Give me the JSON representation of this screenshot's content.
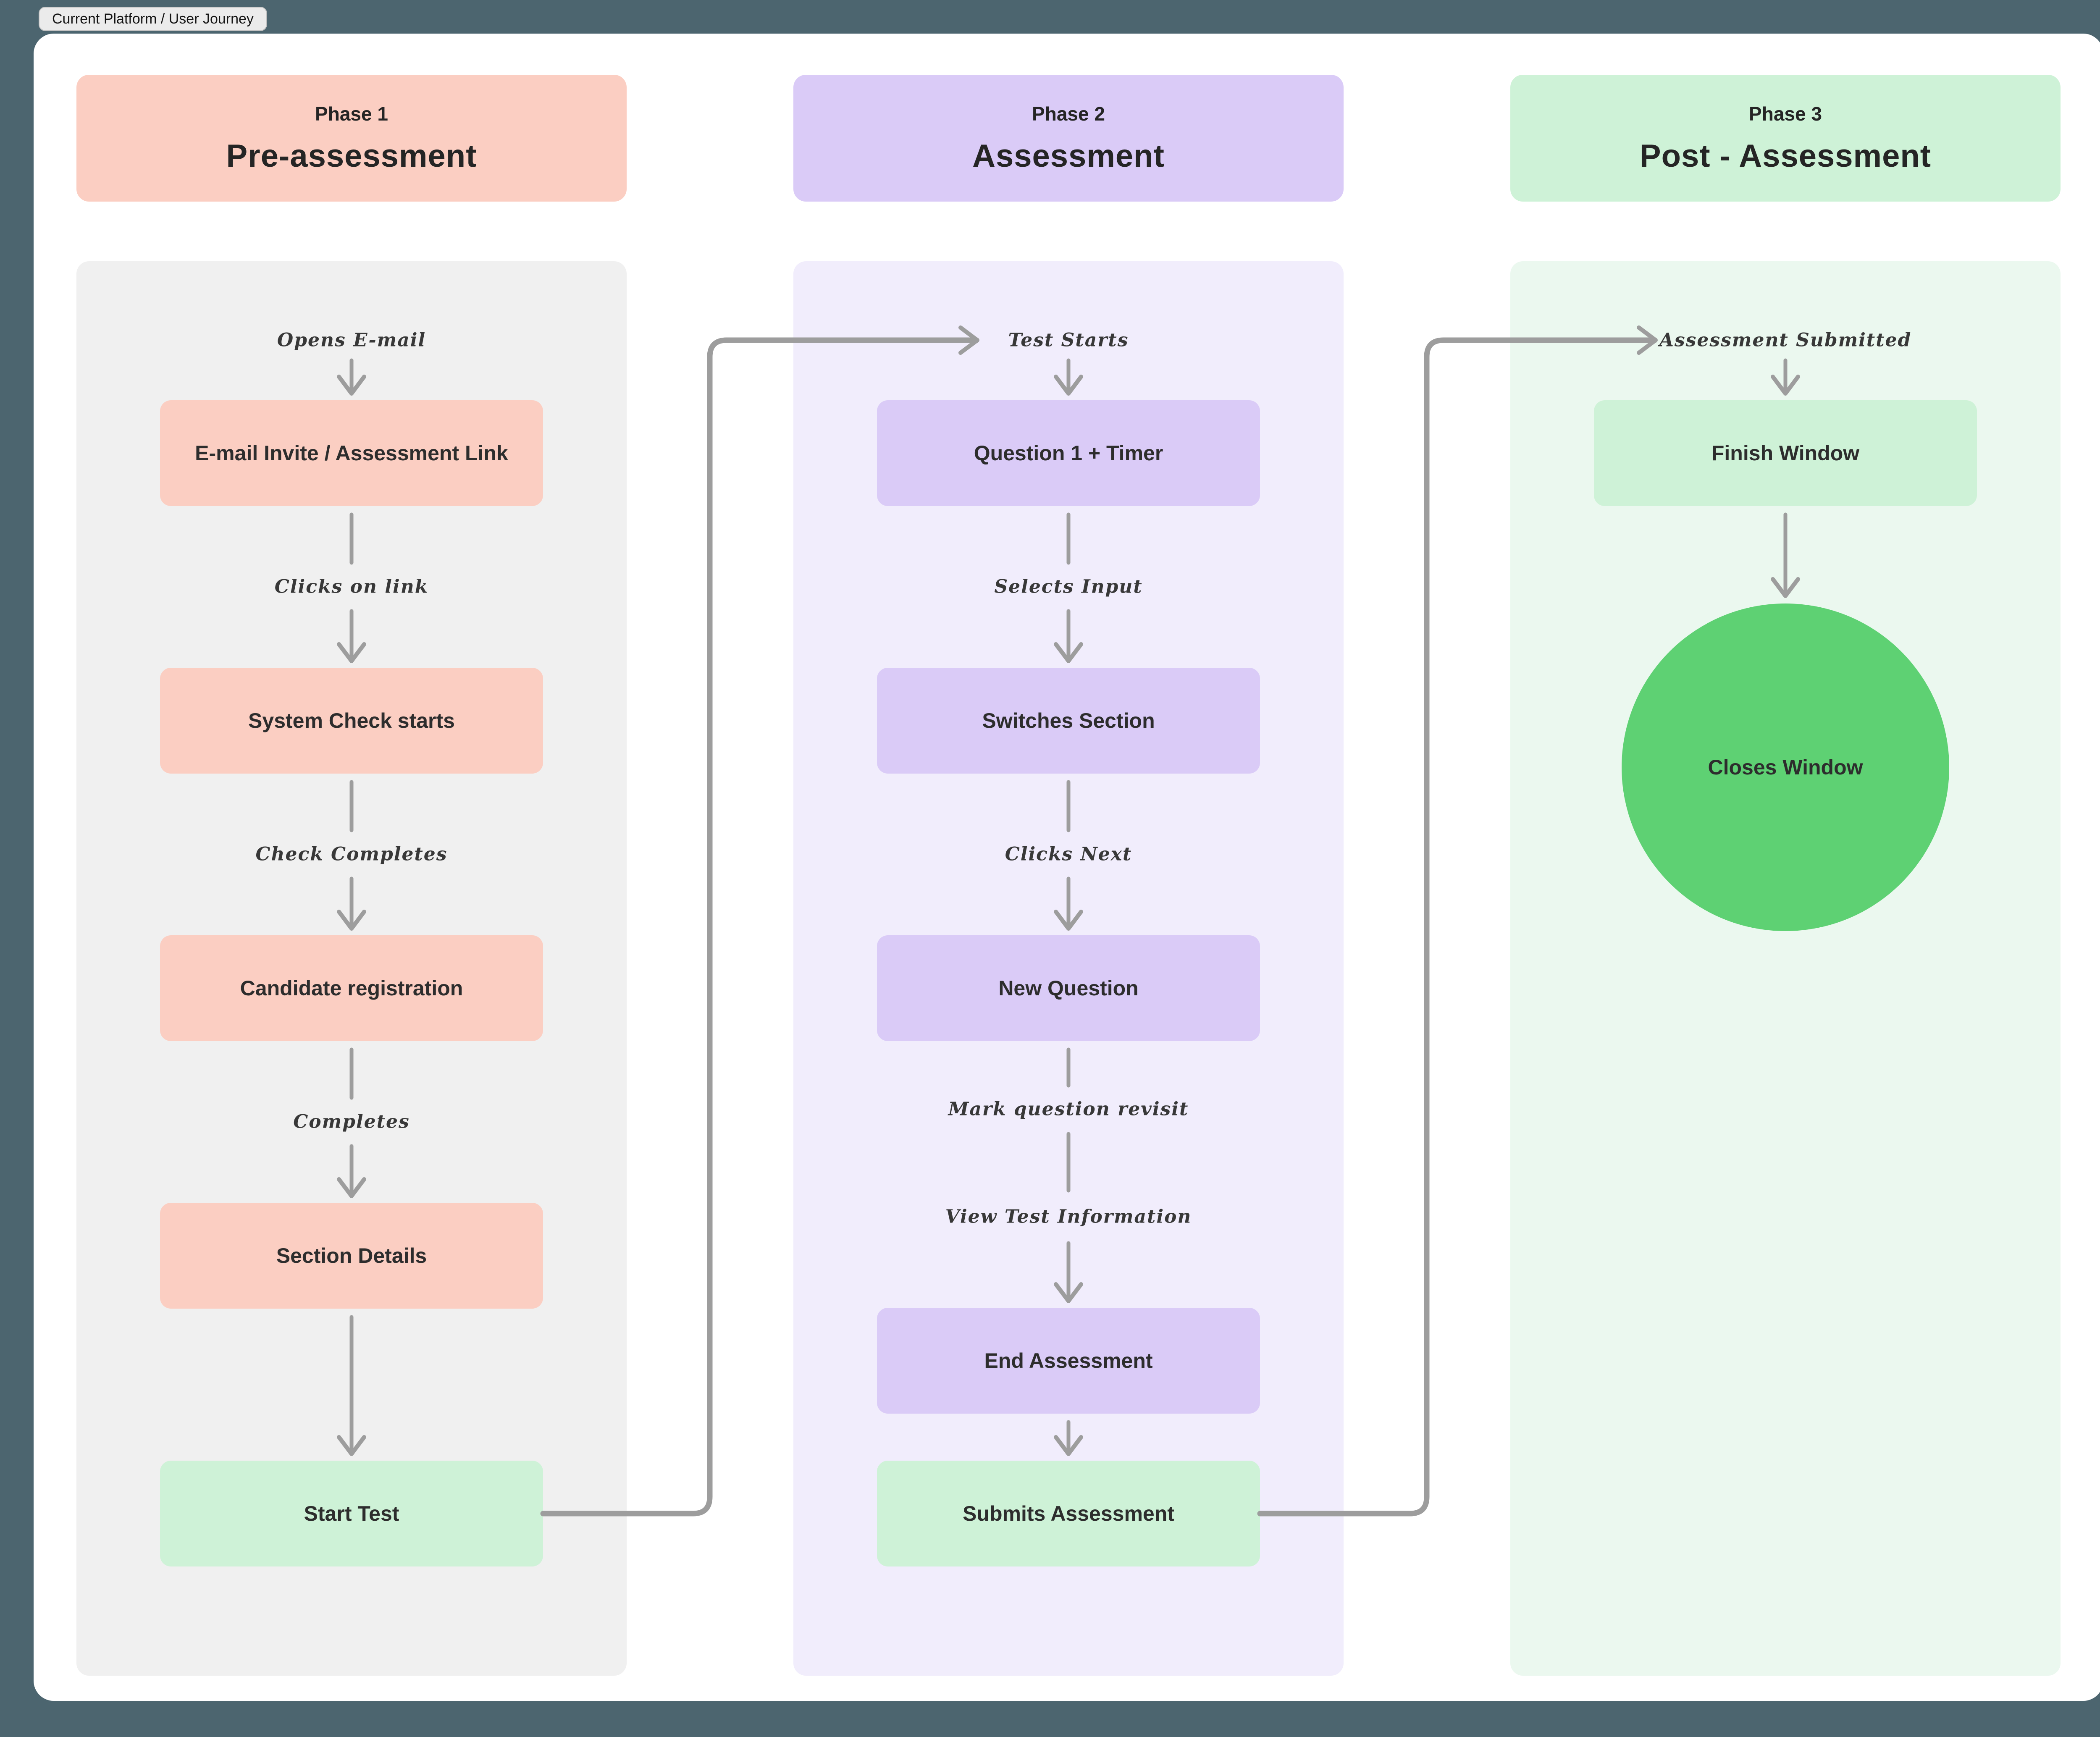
{
  "tab": {
    "label": "Current Platform / User Journey"
  },
  "colors": {
    "page_background": "#4C656F",
    "canvas": "#FFFFFF",
    "phase1_accent": "#FBCEC2",
    "phase1_body": "#F0F0F0",
    "phase2_accent": "#DACBF7",
    "phase2_body": "#F1EDFC",
    "phase3_accent": "#CEF2D7",
    "phase3_body": "#EBF8EF",
    "success_green": "#5ED173",
    "arrow_gray": "#9D9D9D"
  },
  "phases": [
    {
      "phase_label": "Phase 1",
      "phase_title": "Pre-assessment",
      "flow_start_label": "Opens E-mail",
      "boxes": [
        "E-mail Invite / Assessment Link",
        "System Check starts",
        "Candidate registration",
        "Section Details",
        "Start Test"
      ],
      "edge_labels": [
        "Clicks on link",
        "Check Completes",
        "Completes"
      ]
    },
    {
      "phase_label": "Phase 2",
      "phase_title": "Assessment",
      "flow_start_label": "Test Starts",
      "boxes": [
        "Question 1 + Timer",
        "Switches Section",
        "New Question",
        "End Assessment",
        "Submits Assessment"
      ],
      "edge_labels": [
        "Selects Input",
        "Clicks Next",
        "Mark question revisit",
        "View Test Information"
      ]
    },
    {
      "phase_label": "Phase 3",
      "phase_title": "Post - Assessment",
      "flow_start_label": "Assessment Submitted",
      "boxes": [
        "Finish Window",
        "Closes Window"
      ],
      "edge_labels": []
    }
  ]
}
